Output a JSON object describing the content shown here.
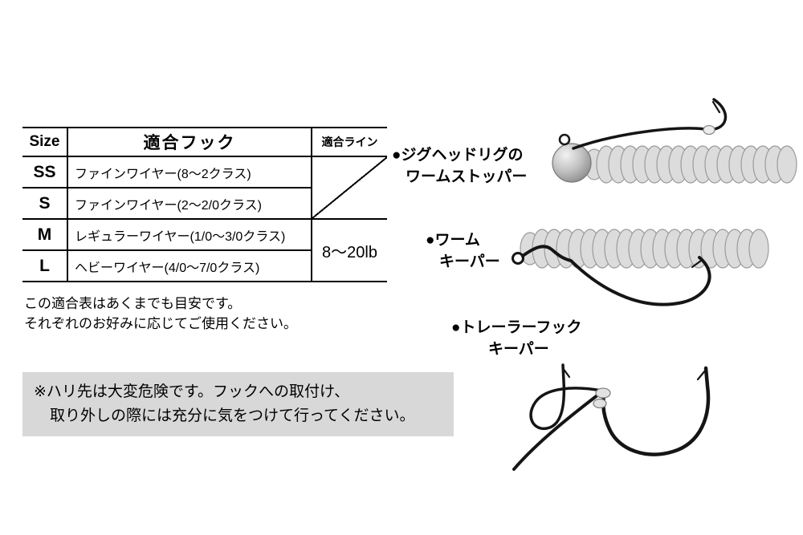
{
  "table": {
    "headers": {
      "size": "Size",
      "hook": "適合フック",
      "line": "適合ライン"
    },
    "rows": [
      {
        "size": "SS",
        "hook": "ファインワイヤー(8〜2クラス)"
      },
      {
        "size": "S",
        "hook": "ファインワイヤー(2〜2/0クラス)"
      },
      {
        "size": "M",
        "hook": "レギュラーワイヤー(1/0〜3/0クラス)"
      },
      {
        "size": "L",
        "hook": "ヘビーワイヤー(4/0〜7/0クラス)"
      }
    ],
    "line_value": "8〜20lb"
  },
  "notes": {
    "line1": "この適合表はあくまでも目安です。",
    "line2": "それぞれのお好みに応じてご使用ください。"
  },
  "warning": {
    "line1": "※ハリ先は大変危険です。フックへの取付け、",
    "line2": "取り外しの際には充分に気をつけて行ってください。"
  },
  "illustrations": {
    "jighead": {
      "label_line1": "●ジグヘッドリグの",
      "label_line2": "ワームストッパー"
    },
    "worm_keeper": {
      "label_line1": "●ワーム",
      "label_line2": "キーパー"
    },
    "trailer": {
      "label_line1": "●トレーラーフック",
      "label_line2": "キーパー"
    }
  },
  "colors": {
    "background": "#ffffff",
    "table_border": "#000000",
    "warning_bg": "#d8d8d8",
    "worm_fill": "#dcdcdc",
    "worm_stroke": "#9b9b9b",
    "hook_color": "#151515",
    "text": "#000000"
  }
}
